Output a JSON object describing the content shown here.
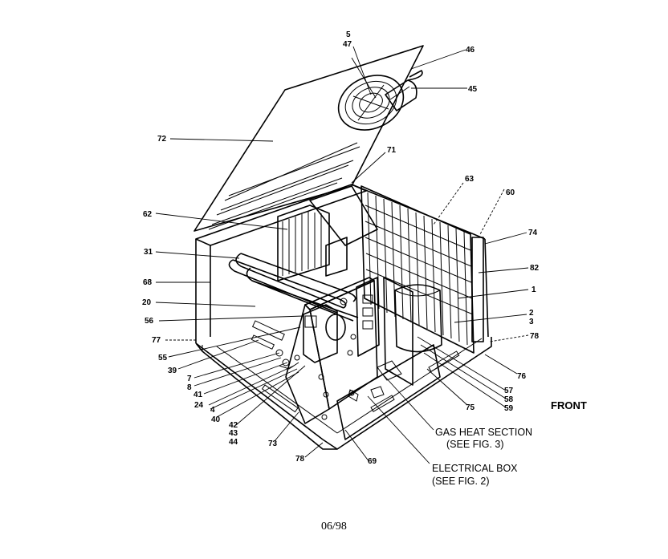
{
  "callouts": {
    "c5": "5",
    "c47": "47",
    "c46": "46",
    "c45": "45",
    "c72": "72",
    "c71": "71",
    "c63": "63",
    "c60": "60",
    "c62": "62",
    "c74": "74",
    "c31": "31",
    "c82": "82",
    "c68": "68",
    "c1": "1",
    "c20": "20",
    "c2": "2",
    "c3": "3",
    "c56": "56",
    "c78a": "78",
    "c77": "77",
    "c55": "55",
    "c76": "76",
    "c39": "39",
    "c7": "7",
    "c8": "8",
    "c41": "41",
    "c57": "57",
    "c58": "58",
    "c59": "59",
    "c24": "24",
    "c75": "75",
    "c4": "4",
    "c40": "40",
    "c42": "42",
    "c43": "43",
    "c44": "44",
    "c73": "73",
    "c78b": "78",
    "c69": "69"
  },
  "captions": {
    "front": "FRONT",
    "gas_heat_1": "GAS HEAT SECTION",
    "gas_heat_2": "(SEE FIG. 3)",
    "electrical_1": "ELECTRICAL BOX",
    "electrical_2": "(SEE FIG. 2)"
  },
  "footer": {
    "date": "06/98"
  }
}
